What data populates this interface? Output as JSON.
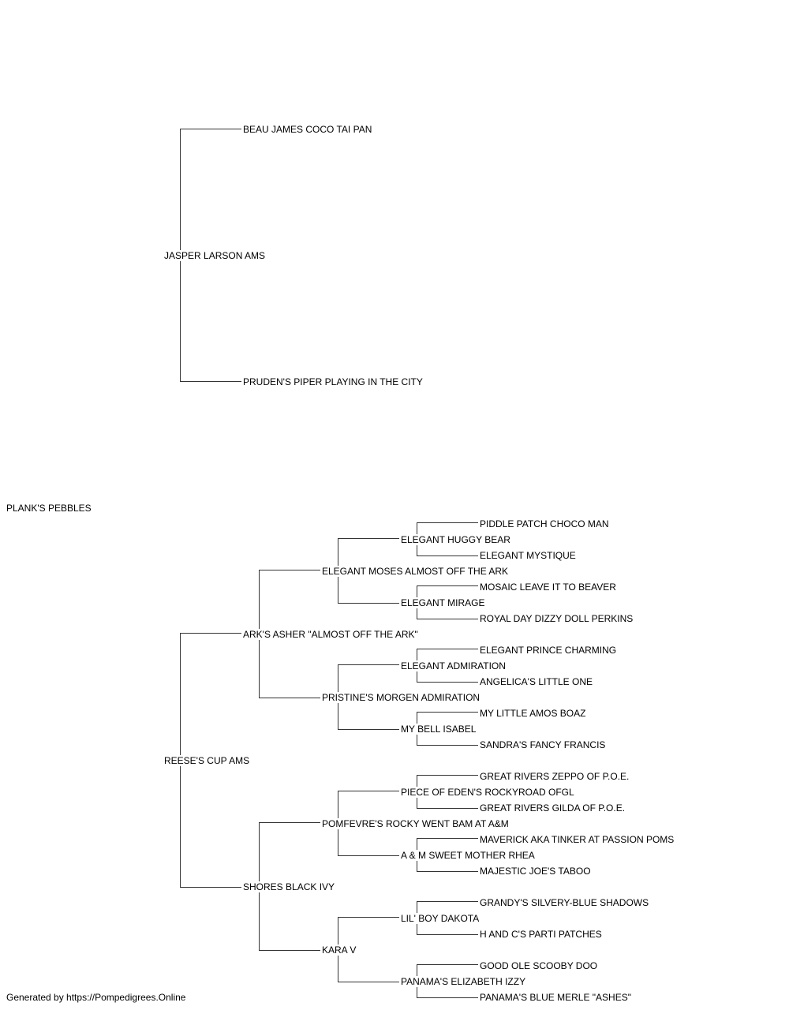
{
  "line_color": "#333333",
  "pedigree": {
    "subject": "PLANK'S PEBBLES",
    "sire": {
      "name": "JASPER LARSON AMS",
      "sire": {
        "name": "BEAU JAMES COCO TAI PAN"
      },
      "dam": {
        "name": "PRUDEN'S PIPER PLAYING IN THE CITY"
      }
    },
    "dam": {
      "name": "REESE'S CUP AMS",
      "sire": {
        "name": "ARK'S ASHER \"ALMOST OFF THE ARK\"",
        "sire": {
          "name": "ELEGANT MOSES ALMOST OFF THE ARK",
          "sire": {
            "name": "ELEGANT HUGGY BEAR",
            "sire": {
              "name": "PIDDLE PATCH CHOCO MAN"
            },
            "dam": {
              "name": "ELEGANT MYSTIQUE"
            }
          },
          "dam": {
            "name": "ELEGANT MIRAGE",
            "sire": {
              "name": "MOSAIC LEAVE IT TO BEAVER"
            },
            "dam": {
              "name": "ROYAL DAY DIZZY DOLL PERKINS"
            }
          }
        },
        "dam": {
          "name": "PRISTINE'S MORGEN ADMIRATION",
          "sire": {
            "name": "ELEGANT ADMIRATION",
            "sire": {
              "name": "ELEGANT PRINCE CHARMING"
            },
            "dam": {
              "name": "ANGELICA'S LITTLE ONE"
            }
          },
          "dam": {
            "name": "MY BELL ISABEL",
            "sire": {
              "name": "MY LITTLE AMOS BOAZ"
            },
            "dam": {
              "name": "SANDRA'S FANCY FRANCIS"
            }
          }
        }
      },
      "dam": {
        "name": "SHORES BLACK IVY",
        "sire": {
          "name": "POMFEVRE'S ROCKY WENT BAM AT A&M",
          "sire": {
            "name": "PIECE OF EDEN'S ROCKYROAD OFGL",
            "sire": {
              "name": "GREAT RIVERS ZEPPO OF P.O.E."
            },
            "dam": {
              "name": "GREAT RIVERS GILDA OF P.O.E."
            }
          },
          "dam": {
            "name": "A & M SWEET MOTHER RHEA",
            "sire": {
              "name": "MAVERICK AKA TINKER AT PASSION POMS"
            },
            "dam": {
              "name": "MAJESTIC JOE'S TABOO"
            }
          }
        },
        "dam": {
          "name": "KARA V",
          "sire": {
            "name": "LIL' BOY DAKOTA",
            "sire": {
              "name": "GRANDY'S SILVERY-BLUE SHADOWS"
            },
            "dam": {
              "name": "H AND C'S PARTI PATCHES"
            }
          },
          "dam": {
            "name": "PANAMA'S ELIZABETH IZZY",
            "sire": {
              "name": "GOOD OLE SCOOBY DOO"
            },
            "dam": {
              "name": "PANAMA'S BLUE MERLE \"ASHES\""
            }
          }
        }
      }
    }
  },
  "footer": {
    "credit": "Generated by https://Pompedigrees.Online"
  }
}
